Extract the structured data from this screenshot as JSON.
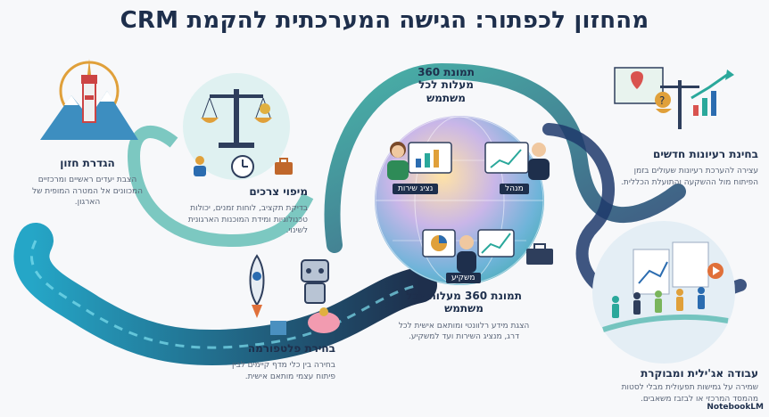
{
  "title": "מהחזון לכפתור: הגישה המערכתית להקמת CRM",
  "sections": {
    "vision": {
      "heading": "הגדרת חזון",
      "desc": "הצבת יעדים ראשיים ומרכזיים המכוונים אל המטרה המופית של הארגון."
    },
    "needs": {
      "heading": "מיפוי צרכים",
      "desc": "בדיקת תקציב, לוחות זמנים, יכולות טכנולוגיות ומידת המוכנות הארגונית לשינוי."
    },
    "platform": {
      "heading": "בחירת פלטפורמה",
      "desc": "בחירה בין כלי מדף קיימים לבין פיתוח עצמי מותאם אישית."
    },
    "center_top": {
      "heading": "תמונת 360 מעלות לכל משתמש"
    },
    "center_bottom": {
      "heading": "תמונת 360 מעלות לכל משתמש",
      "desc": "הצגת מידע רלוונטי ומותאם אישית לכל דרג, מנציג השירות ועד למשקיע."
    },
    "new_ideas": {
      "heading": "בחינת רעיונות חדשים",
      "desc": "עצירה להערכת רעיונות שעולים בזמן הפיתוח מול ההשקעה והתועלת הכללית."
    },
    "agile": {
      "heading": "עבודה אג'ילית ומבוקרת",
      "desc": "שמירה על גמישות תפעולית מבלי לסטות מהמסד המרכזי או לבזבז משאבים."
    }
  },
  "chips": {
    "service": "נציג שירות",
    "manager": "מנהל",
    "investor": "משקיע"
  },
  "footer": "NotebookLM",
  "colors": {
    "navy": "#1e2f4c",
    "teal": "#2aa89b",
    "blue": "#2b6cb0",
    "bg": "#f7f8fa"
  }
}
